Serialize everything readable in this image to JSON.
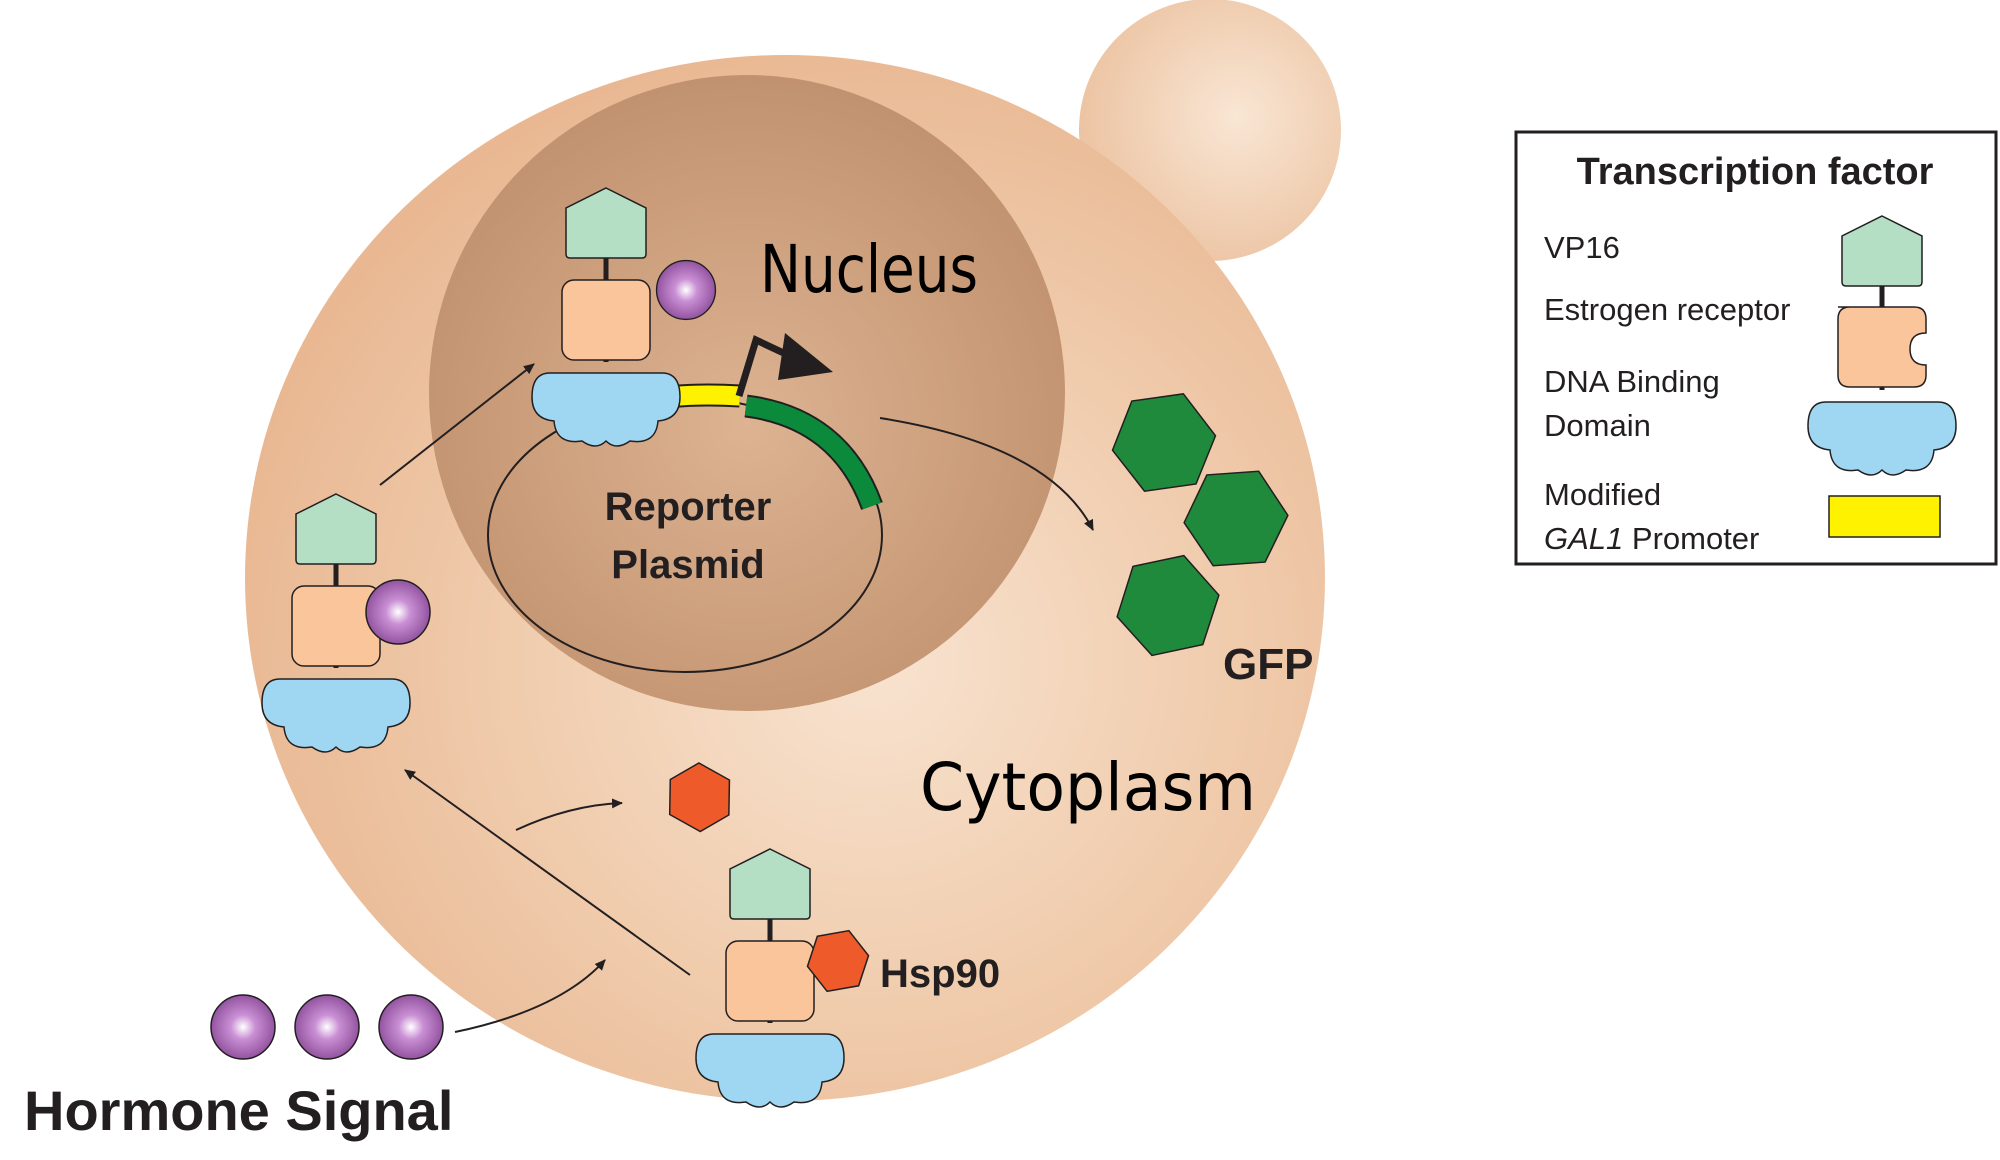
{
  "labels": {
    "nucleus": "Nucleus",
    "cytoplasm": "Cytoplasm",
    "gfp": "GFP",
    "hsp90": "Hsp90",
    "reporter_line1": "Reporter",
    "reporter_line2": "Plasmid",
    "hormone_signal": "Hormone Signal"
  },
  "legend": {
    "title": "Transcription factor",
    "vp16": "VP16",
    "estrogen_receptor": "Estrogen receptor",
    "dna_binding_line1": "DNA Binding",
    "dna_binding_line2": "Domain",
    "promoter_line1": "Modified",
    "promoter_italic": "GAL1",
    "promoter_rest": " Promoter"
  },
  "colors": {
    "cell": "#efc4a0",
    "bud": "#f3d3b8",
    "nucleus": "#c99a78",
    "vp16": "#b5dfc5",
    "estrogen_receptor": "#fbc59b",
    "dna_binding_domain": "#9fd7f2",
    "hormone": "#8e4c9a",
    "hsp90": "#ee5a2a",
    "gfp": "#1f8a3b",
    "promoter": "#fff200",
    "reporter_gene": "#0a8a3a"
  }
}
